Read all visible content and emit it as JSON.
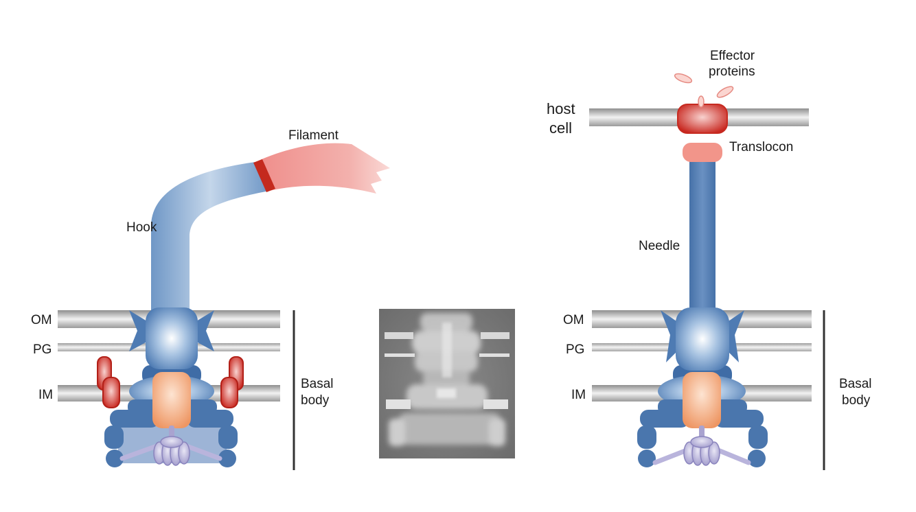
{
  "left_panel": {
    "filament_label": "Filament",
    "hook_label": "Hook",
    "membranes": {
      "om": "OM",
      "pg": "PG",
      "im": "IM"
    },
    "basal_body_label_line1": "Basal",
    "basal_body_label_line2": "body"
  },
  "right_panel": {
    "effector_line1": "Effector",
    "effector_line2": "proteins",
    "host_line1": "host",
    "host_line2": "cell",
    "translocon_label": "Translocon",
    "needle_label": "Needle",
    "membranes": {
      "om": "OM",
      "pg": "PG",
      "im": "IM"
    },
    "basal_body_label_line1": "Basal",
    "basal_body_label_line2": "body"
  },
  "colors": {
    "blue": "#4d78ad",
    "blue_dark": "#3c6aa3",
    "hook_blue": "#8fb1d6",
    "red": "#cc2a22",
    "salmon": "#f08a7e",
    "orange": "#f0a47a",
    "purple": "#a9a3d0",
    "membrane_gray": "#b5b5b5"
  }
}
